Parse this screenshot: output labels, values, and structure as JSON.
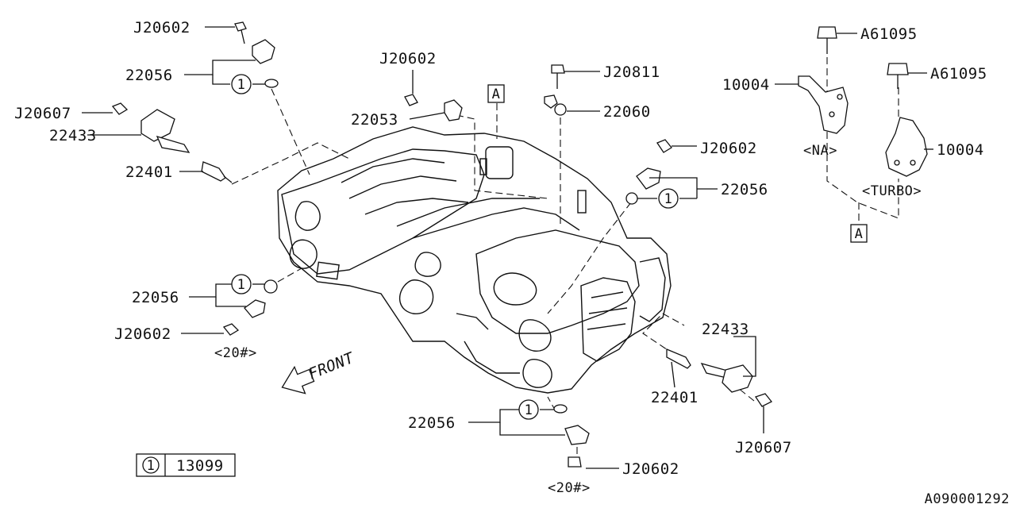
{
  "diagram_id": "A090001292",
  "front_label": "FRONT",
  "ref_A": "A",
  "legend": {
    "symbol": "1",
    "part": "13099"
  },
  "callouts": {
    "j20602_tl": "J20602",
    "p22056_tl": "22056",
    "j20607_l": "J20607",
    "p22433_l": "22433",
    "p22401_l": "22401",
    "j20602_tc": "J20602",
    "p22053": "22053",
    "j20811": "J20811",
    "p22060": "22060",
    "j20602_r": "J20602",
    "p22056_r": "22056",
    "p22056_l": "22056",
    "j20602_l": "J20602",
    "note_20_l": "<20#>",
    "p22433_r": "22433",
    "p22401_r": "22401",
    "j20607_r": "J20607",
    "p22056_b": "22056",
    "j20602_b": "J20602",
    "note_20_b": "<20#>",
    "a61095_1": "A61095",
    "a61095_2": "A61095",
    "p10004_1": "10004",
    "p10004_2": "10004",
    "na": "<NA>",
    "turbo": "<TURBO>"
  },
  "circle_one": "1"
}
